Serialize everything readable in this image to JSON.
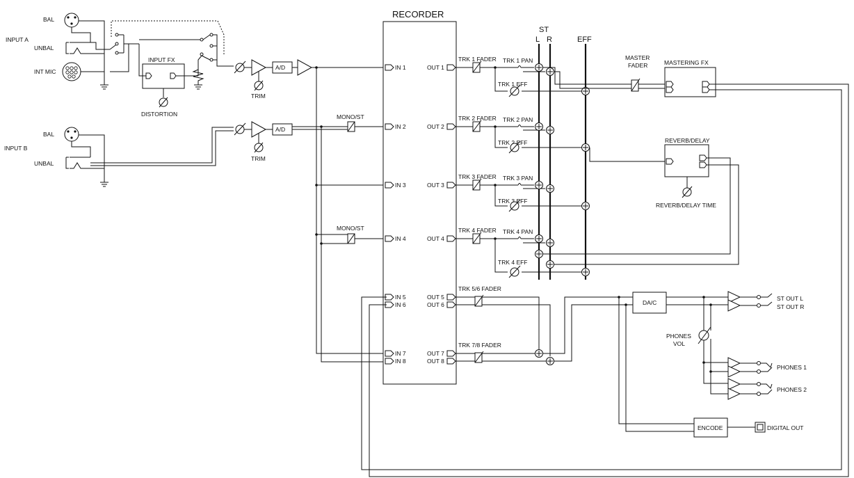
{
  "recorder": {
    "title": "RECORDER"
  },
  "inputs": {
    "input_a": "INPUT A",
    "input_b": "INPUT B",
    "bal": "BAL",
    "unbal": "UNBAL",
    "int_mic": "INT MIC",
    "input_fx": "INPUT FX",
    "distortion": "DISTORTION",
    "trim": "TRIM",
    "ad": "A/D",
    "mono_st": "MONO/ST"
  },
  "recorder_ins": [
    "IN 1",
    "IN 2",
    "IN 3",
    "IN 4",
    "IN 5",
    "IN 6",
    "IN 7",
    "IN 8"
  ],
  "recorder_outs": [
    "OUT 1",
    "OUT 2",
    "OUT 3",
    "OUT 4",
    "OUT 5",
    "OUT 6",
    "OUT 7",
    "OUT 8"
  ],
  "tracks": {
    "faders": [
      "TRK 1 FADER",
      "TRK 2 FADER",
      "TRK 3 FADER",
      "TRK 4 FADER",
      "TRK 5/6 FADER",
      "TRK 7/8 FADER"
    ],
    "pans": [
      "TRK 1 PAN",
      "TRK 2 PAN",
      "TRK 3 PAN",
      "TRK 4 PAN"
    ],
    "effs": [
      "TRK 1 EFF",
      "TRK 2 EFF",
      "TRK 3 EFF",
      "TRK 4 EFF"
    ]
  },
  "buses": {
    "st": "ST",
    "l": "L",
    "r": "R",
    "eff": "EFF"
  },
  "outputs": {
    "master_fader_1": "MASTER",
    "master_fader_2": "FADER",
    "mastering_fx": "MASTERING FX",
    "reverb_delay": "REVERB/DELAY",
    "reverb_delay_time": "REVERB/DELAY TIME",
    "dac": "DA/C",
    "phones_vol_1": "PHONES",
    "phones_vol_2": "VOL",
    "st_out_l": "ST OUT L",
    "st_out_r": "ST OUT R",
    "phones_1": "PHONES 1",
    "phones_2": "PHONES 2",
    "encode": "ENCODE",
    "digital_out": "DIGITAL OUT"
  }
}
